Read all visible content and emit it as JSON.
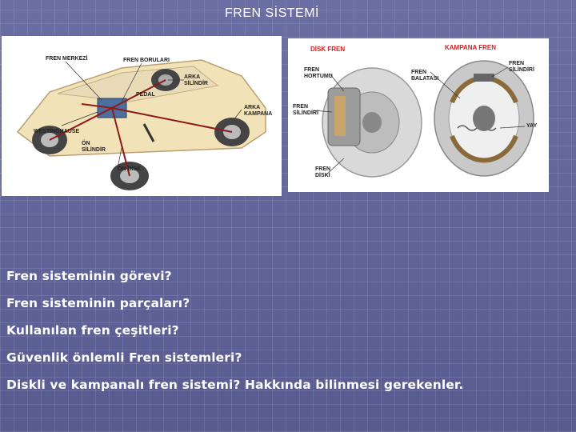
{
  "slide": {
    "title": "FREN SİSTEMİ",
    "bullets": [
      "Fren sisteminin görevi?",
      "Fren sisteminin parçaları?",
      "Kullanılan fren çeşitleri?",
      "Güvenlik önlemli Fren sistemleri?",
      "Diskli ve kampanalı fren sistemi? Hakkında bilinmesi gerekenler."
    ]
  },
  "car_diagram": {
    "labels": {
      "fren_merkezi": "FREN MERKEZİ",
      "fren_borulari": "FREN BORULARI",
      "arka_silindir": "ARKA\nSİLİNDİR",
      "pedal": "PEDAL",
      "arka_kampana": "ARKA\nKAMPANA",
      "westinghause": "WESTİNGHAUSE",
      "on_silindir": "ÖN\nSİLİNDİR",
      "on_disk": "ÖN DİSK"
    }
  },
  "brake_diagram": {
    "labels": {
      "disk_fren": "DİSK FREN",
      "kampana_fren": "KAMPANA FREN",
      "fren_hortumu": "FREN\nHORTUMU",
      "fren_balatasi": "FREN\nBALATASI",
      "fren_silindiri_right": "FREN\nSİLİNDİRİ",
      "fren_silindiri_left": "FREN\nSİLİNDİRİ",
      "yay": "YAY",
      "fren_diski": "FREN\nDİSKİ"
    }
  }
}
